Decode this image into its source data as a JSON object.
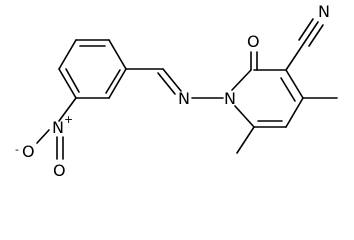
{
  "molecule": {
    "atoms": {
      "n_imine": "N",
      "n_ring": "N",
      "o_carbonyl": "O",
      "n_nitrile": "N",
      "n_nitro": "N",
      "n_nitro_charge": "+",
      "o_nitro_1": "O",
      "o_nitro_1_charge": "-",
      "o_nitro_2": "O"
    },
    "colors": {
      "bond": "#000000",
      "label": "#000000",
      "background": "#ffffff"
    }
  }
}
